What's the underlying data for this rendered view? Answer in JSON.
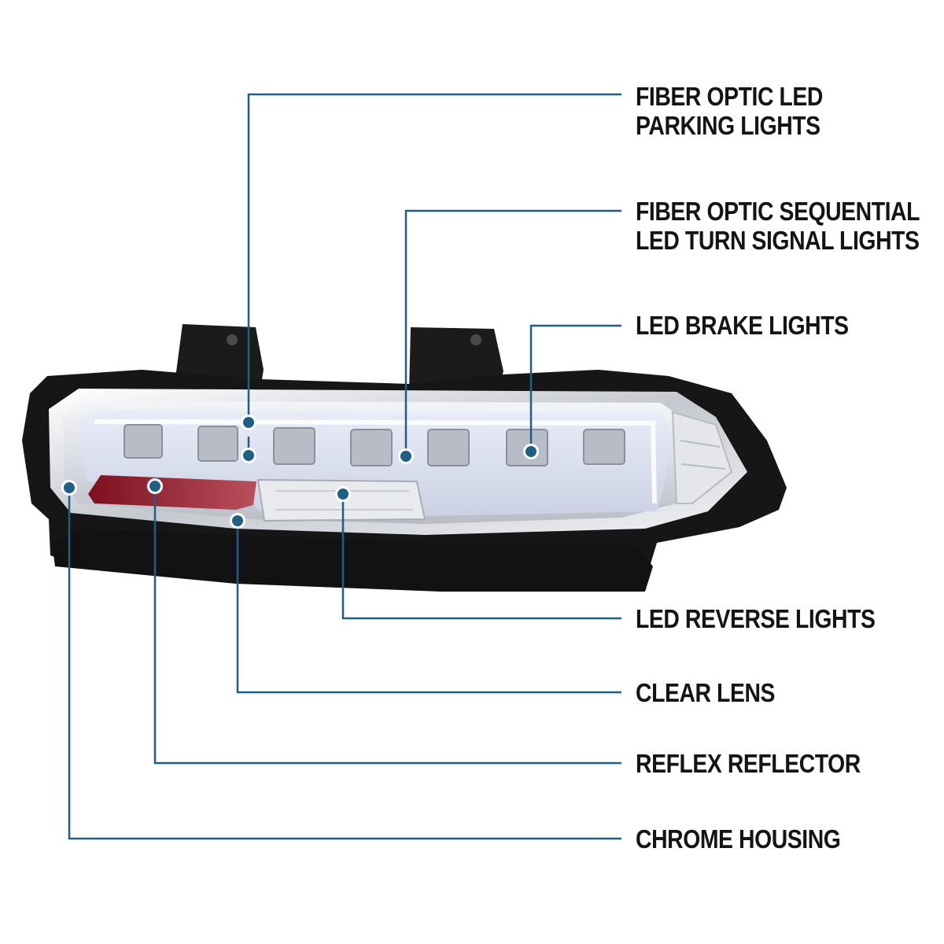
{
  "accent_color": "#1f5f86",
  "callouts": [
    {
      "id": "fiber-optic-led-parking-lights",
      "lines": [
        "FIBER OPTIC LED",
        "PARKING LIGHTS"
      ]
    },
    {
      "id": "fiber-optic-sequential-turn-signal",
      "lines": [
        "FIBER OPTIC SEQUENTIAL",
        "LED TURN SIGNAL LIGHTS"
      ]
    },
    {
      "id": "led-brake-lights",
      "lines": [
        "LED BRAKE LIGHTS"
      ]
    },
    {
      "id": "led-reverse-lights",
      "lines": [
        "LED REVERSE LIGHTS"
      ]
    },
    {
      "id": "clear-lens",
      "lines": [
        "CLEAR LENS"
      ]
    },
    {
      "id": "reflex-reflector",
      "lines": [
        "REFLEX REFLECTOR"
      ]
    },
    {
      "id": "chrome-housing",
      "lines": [
        "CHROME HOUSING"
      ]
    }
  ]
}
